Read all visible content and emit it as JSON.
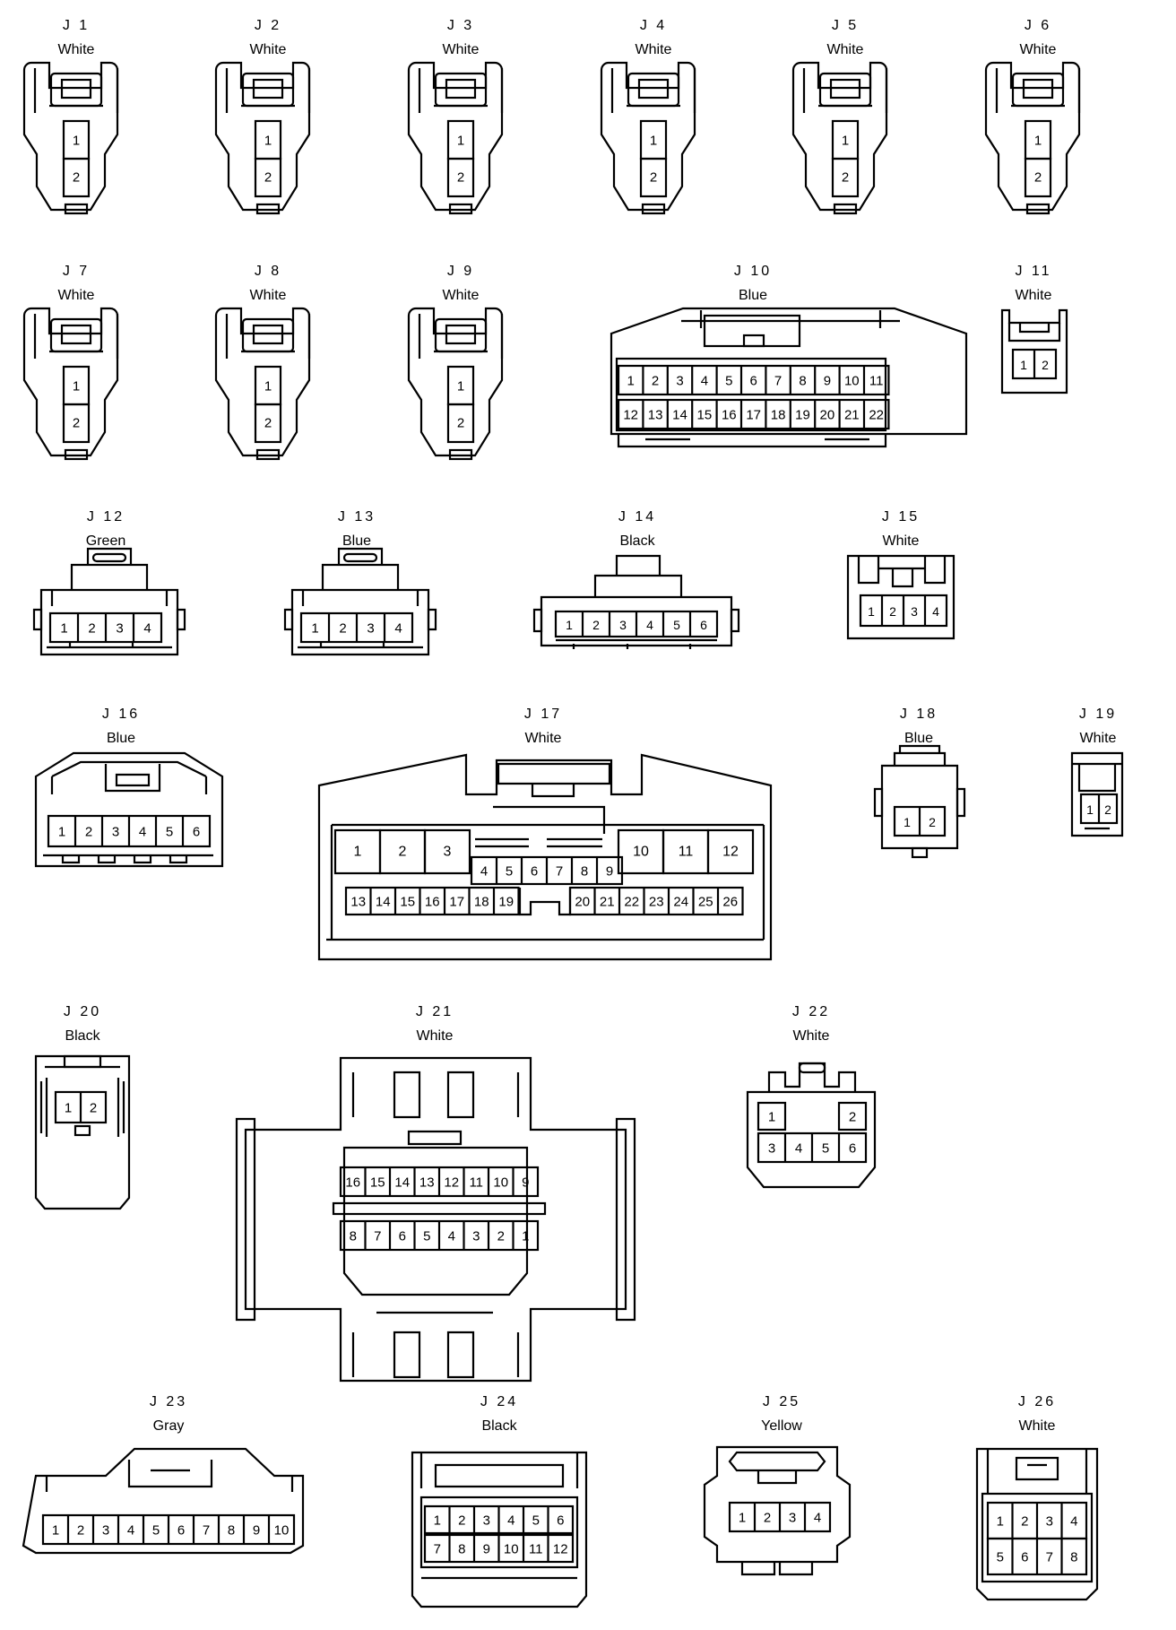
{
  "connectors": [
    {
      "id": "J 1",
      "color": "White",
      "shape": "plug2",
      "pins": [
        "1",
        "2"
      ]
    },
    {
      "id": "J 2",
      "color": "White",
      "shape": "plug2",
      "pins": [
        "1",
        "2"
      ]
    },
    {
      "id": "J 3",
      "color": "White",
      "shape": "plug2",
      "pins": [
        "1",
        "2"
      ]
    },
    {
      "id": "J 4",
      "color": "White",
      "shape": "plug2",
      "pins": [
        "1",
        "2"
      ]
    },
    {
      "id": "J 5",
      "color": "White",
      "shape": "plug2",
      "pins": [
        "1",
        "2"
      ]
    },
    {
      "id": "J 6",
      "color": "White",
      "shape": "plug2",
      "pins": [
        "1",
        "2"
      ]
    },
    {
      "id": "J 7",
      "color": "White",
      "shape": "plug2",
      "pins": [
        "1",
        "2"
      ]
    },
    {
      "id": "J 8",
      "color": "White",
      "shape": "plug2",
      "pins": [
        "1",
        "2"
      ]
    },
    {
      "id": "J 9",
      "color": "White",
      "shape": "plug2",
      "pins": [
        "1",
        "2"
      ]
    },
    {
      "id": "J 10",
      "color": "Blue",
      "shape": "grid",
      "rows": [
        [
          "1",
          "2",
          "3",
          "4",
          "5",
          "6",
          "7",
          "8",
          "9",
          "10",
          "11"
        ],
        [
          "12",
          "13",
          "14",
          "15",
          "16",
          "17",
          "18",
          "19",
          "20",
          "21",
          "22"
        ]
      ]
    },
    {
      "id": "J 11",
      "color": "White",
      "shape": "small2",
      "pins": [
        "1",
        "2"
      ]
    },
    {
      "id": "J 12",
      "color": "Green",
      "shape": "row",
      "pins": [
        "1",
        "2",
        "3",
        "4"
      ]
    },
    {
      "id": "J 13",
      "color": "Blue",
      "shape": "row",
      "pins": [
        "1",
        "2",
        "3",
        "4"
      ]
    },
    {
      "id": "J 14",
      "color": "Black",
      "shape": "row",
      "pins": [
        "1",
        "2",
        "3",
        "4",
        "5",
        "6"
      ]
    },
    {
      "id": "J 15",
      "color": "White",
      "shape": "row",
      "pins": [
        "1",
        "2",
        "3",
        "4"
      ]
    },
    {
      "id": "J 16",
      "color": "Blue",
      "shape": "row",
      "pins": [
        "1",
        "2",
        "3",
        "4",
        "5",
        "6"
      ]
    },
    {
      "id": "J 17",
      "color": "White",
      "shape": "j17",
      "big": [
        "1",
        "2",
        "3",
        "10",
        "11",
        "12"
      ],
      "middle": [
        "4",
        "5",
        "6",
        "7",
        "8",
        "9"
      ],
      "bottom": [
        "13",
        "14",
        "15",
        "16",
        "17",
        "18",
        "19",
        "20",
        "21",
        "22",
        "23",
        "24",
        "25",
        "26"
      ]
    },
    {
      "id": "J 18",
      "color": "Blue",
      "shape": "small2",
      "pins": [
        "1",
        "2"
      ]
    },
    {
      "id": "J 19",
      "color": "White",
      "shape": "small2",
      "pins": [
        "1",
        "2"
      ]
    },
    {
      "id": "J 20",
      "color": "Black",
      "shape": "small2",
      "pins": [
        "1",
        "2"
      ]
    },
    {
      "id": "J 21",
      "color": "White",
      "shape": "grid",
      "rows": [
        [
          "16",
          "15",
          "14",
          "13",
          "12",
          "11",
          "10",
          "9"
        ],
        [
          "8",
          "7",
          "6",
          "5",
          "4",
          "3",
          "2",
          "1"
        ]
      ]
    },
    {
      "id": "J 22",
      "color": "White",
      "shape": "j22",
      "top": [
        "1",
        "2"
      ],
      "bottom": [
        "3",
        "4",
        "5",
        "6"
      ]
    },
    {
      "id": "J 23",
      "color": "Gray",
      "shape": "row",
      "pins": [
        "1",
        "2",
        "3",
        "4",
        "5",
        "6",
        "7",
        "8",
        "9",
        "10"
      ]
    },
    {
      "id": "J 24",
      "color": "Black",
      "shape": "grid",
      "rows": [
        [
          "1",
          "2",
          "3",
          "4",
          "5",
          "6"
        ],
        [
          "7",
          "8",
          "9",
          "10",
          "11",
          "12"
        ]
      ]
    },
    {
      "id": "J 25",
      "color": "Yellow",
      "shape": "row",
      "pins": [
        "1",
        "2",
        "3",
        "4"
      ]
    },
    {
      "id": "J 26",
      "color": "White",
      "shape": "grid",
      "rows": [
        [
          "1",
          "2",
          "3",
          "4"
        ],
        [
          "5",
          "6",
          "7",
          "8"
        ]
      ]
    }
  ]
}
